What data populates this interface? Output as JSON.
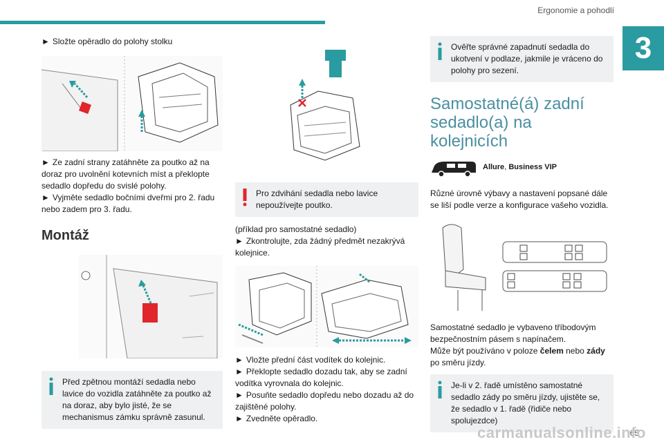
{
  "header": {
    "title": "Ergonomie a pohodlí",
    "chapter": "3",
    "page": "65"
  },
  "col1": {
    "step1": "Složte opěradlo do polohy stolku",
    "step2": "Ze zadní strany zatáhněte za poutko až na doraz pro uvolnění kotevních míst a překlopte sedadlo dopředu do svislé polohy.",
    "step3": "Vyjměte sedadlo bočními dveřmi pro 2. řadu nebo zadem pro 3. řadu.",
    "heading_montaz": "Montáž",
    "info_box": "Před zpětnou montáží sedadla nebo lavice do vozidla zatáhněte za poutko až na doraz, aby bylo jisté, že se mechanismus zámku správně zasunul."
  },
  "col2": {
    "warning_box": "Pro zdvihání sedadla nebo lavice nepoužívejte poutko.",
    "example": "(příklad pro samostatné sedadlo)",
    "step1": "Zkontrolujte, zda žádný předmět nezakrývá kolejnice.",
    "step2": "Vložte přední část vodítek do kolejnic.",
    "step3": "Překlopte sedadlo dozadu tak, aby se zadní vodítka vyrovnala do kolejnic.",
    "step4": "Posuňte sedadlo dopředu nebo dozadu až do zajištěné polohy.",
    "step5": "Zvedněte opěradlo."
  },
  "col3": {
    "info_box1": "Ověřte správné zapadnutí sedadla do ukotvení v podlaze, jakmile je vráceno do polohy pro sezení.",
    "heading": "Samostatné(á) zadní sedadlo(a) na kolejnicích",
    "versions_a": "Allure",
    "versions_sep": ", ",
    "versions_b": "Business VIP",
    "intro": "Různé úrovně výbavy a nastavení popsané dále se liší podle verze a konfigurace vašeho vozidla.",
    "para1": "Samostatné sedadlo je vybaveno tříbodovým bezpečnostním pásem s napínačem.",
    "para2_a": "Může být používáno v poloze ",
    "para2_b": "čelem",
    "para2_c": " nebo ",
    "para2_d": "zády",
    "para2_e": " po směru jízdy.",
    "info_box2": "Je-li v 2. řadě umístěno samostatné sedadlo zády po směru jízdy, ujistěte se, že sedadlo v 1. řadě (řidiče nebo spolujezdce)"
  },
  "bullet": "►",
  "footer": "carmanualsonline.info",
  "colors": {
    "accent": "#2a9ba0",
    "heading_blue": "#4a8fa1",
    "box_bg": "#eef0f1",
    "red": "#e0262b"
  }
}
